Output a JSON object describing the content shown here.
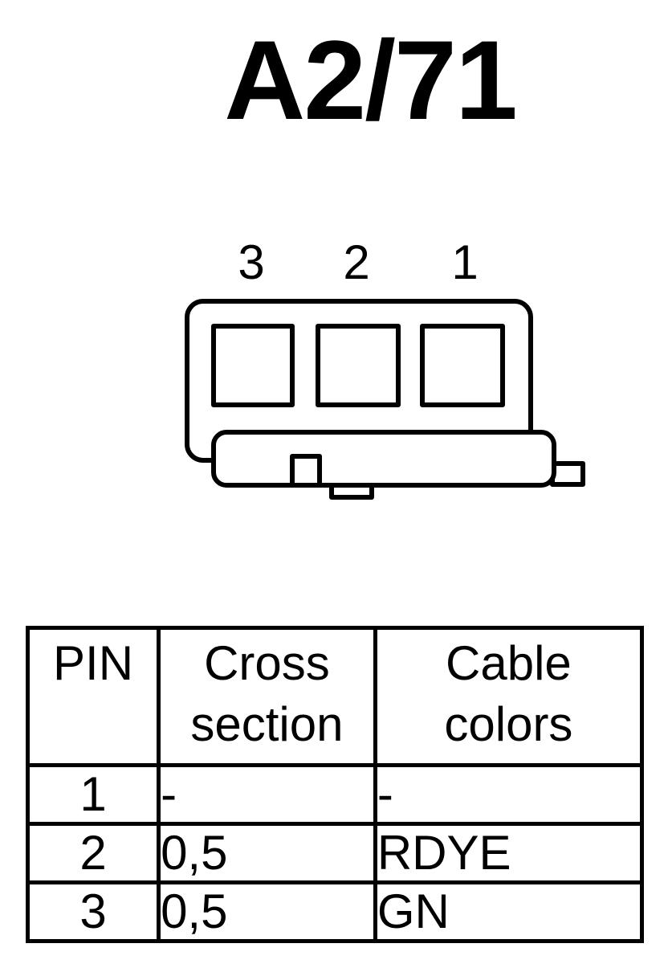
{
  "title": "A2/71",
  "connector": {
    "pin_labels": [
      "3",
      "2",
      "1"
    ],
    "colors": {
      "stroke": "#000000",
      "fill": "#ffffff"
    }
  },
  "table": {
    "headers": {
      "pin": "PIN",
      "cross_section": [
        "Cross",
        "section"
      ],
      "cable_colors": [
        "Cable",
        "colors"
      ]
    },
    "rows": [
      {
        "pin": "1",
        "cross_section": "-",
        "cable_color": "-"
      },
      {
        "pin": "2",
        "cross_section": "0,5",
        "cable_color": "RDYE"
      },
      {
        "pin": "3",
        "cross_section": "0,5",
        "cable_color": "GN"
      }
    ]
  }
}
